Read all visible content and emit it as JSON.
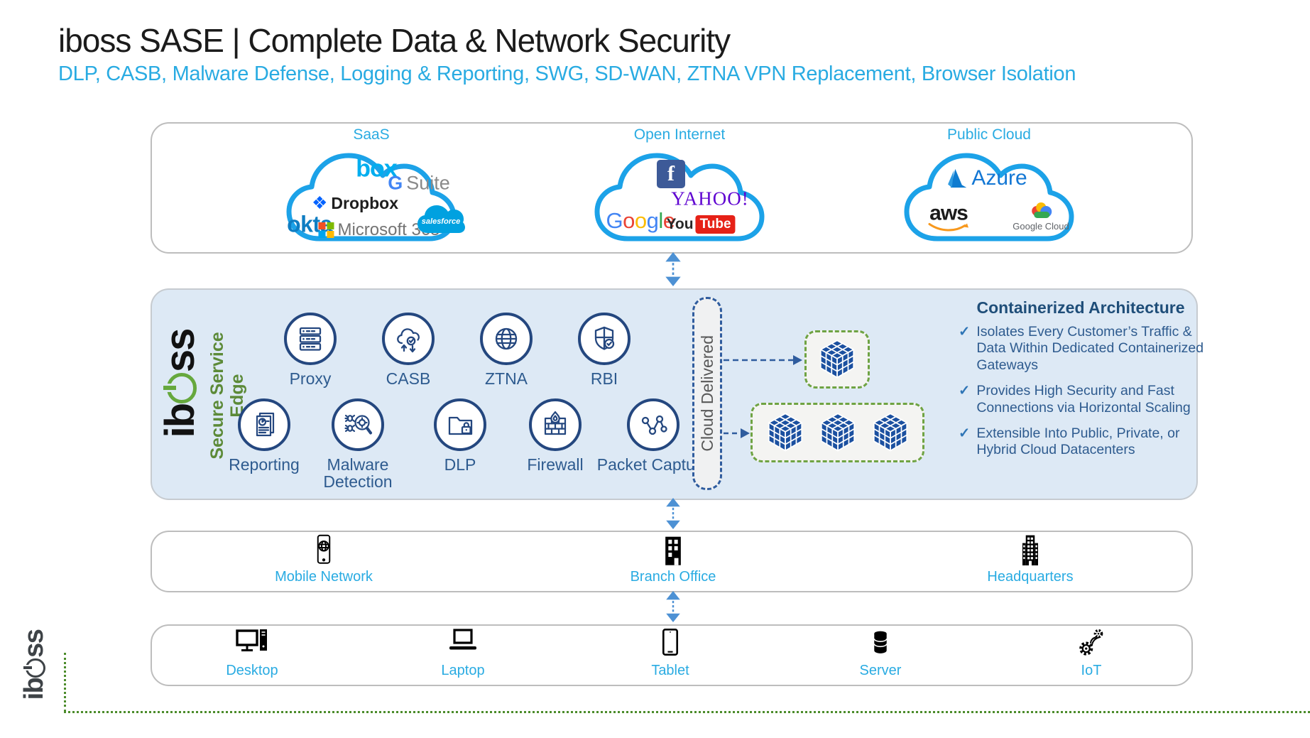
{
  "header": {
    "title": "iboss SASE | Complete Data & Network Security",
    "subtitle": "DLP, CASB, Malware Defense, Logging & Reporting, SWG, SD-WAN, ZTNA VPN Replacement, Browser Isolation"
  },
  "colors": {
    "accent_cyan": "#29ABE2",
    "icon_navy": "#24477F",
    "label_blue": "#2E5B8F",
    "container_green": "#6FA343",
    "cube_blue": "#1B50A0",
    "arrow_blue": "#4D91D4",
    "logo_green": "#66A83D",
    "sse_background": "#DDE9F5"
  },
  "top_box": {
    "clouds": [
      {
        "label": "SaaS",
        "logos": {
          "box": "box",
          "gsuite_g": "G",
          "gsuite_rest": "Suite",
          "dropbox_glyph": "❖",
          "dropbox": "Dropbox",
          "okta": "okta",
          "ms365": "Microsoft 365",
          "salesforce": "salesforce"
        }
      },
      {
        "label": "Open Internet",
        "logos": {
          "facebook_f": "f",
          "yahoo": "YAHOO!",
          "google": [
            "G",
            "o",
            "o",
            "g",
            "l",
            "e"
          ],
          "youtube_you": "You",
          "youtube_tube": "Tube"
        }
      },
      {
        "label": "Public Cloud",
        "logos": {
          "azure": "Azure",
          "aws": "aws",
          "google_cloud": "Google Cloud"
        }
      }
    ]
  },
  "sse": {
    "brand": {
      "ib": "ib",
      "ss": "ss",
      "sub_line1": "Secure Service",
      "sub_line2": "Edge"
    },
    "services": [
      {
        "label": "Proxy"
      },
      {
        "label": "CASB"
      },
      {
        "label": "ZTNA"
      },
      {
        "label": "RBI"
      },
      {
        "label": "Reporting"
      },
      {
        "label": "Malware Detection"
      },
      {
        "label": "DLP"
      },
      {
        "label": "Firewall"
      },
      {
        "label": "Packet Capture"
      }
    ],
    "cloud_delivered": "Cloud Delivered",
    "architecture": {
      "title": "Containerized Architecture",
      "check": "✓",
      "bullets": [
        "Isolates Every Customer’s Traffic & Data Within Dedicated Containerized Gateways",
        "Provides High Security and Fast Connections via Horizontal Scaling",
        "Extensible Into Public, Private, or Hybrid Cloud Datacenters"
      ]
    }
  },
  "locations": [
    {
      "label": "Mobile Network"
    },
    {
      "label": "Branch Office"
    },
    {
      "label": "Headquarters"
    }
  ],
  "devices": [
    {
      "label": "Desktop"
    },
    {
      "label": "Laptop"
    },
    {
      "label": "Tablet"
    },
    {
      "label": "Server"
    },
    {
      "label": "IoT"
    }
  ],
  "footer": {
    "ib": "ib",
    "ss": "ss"
  }
}
